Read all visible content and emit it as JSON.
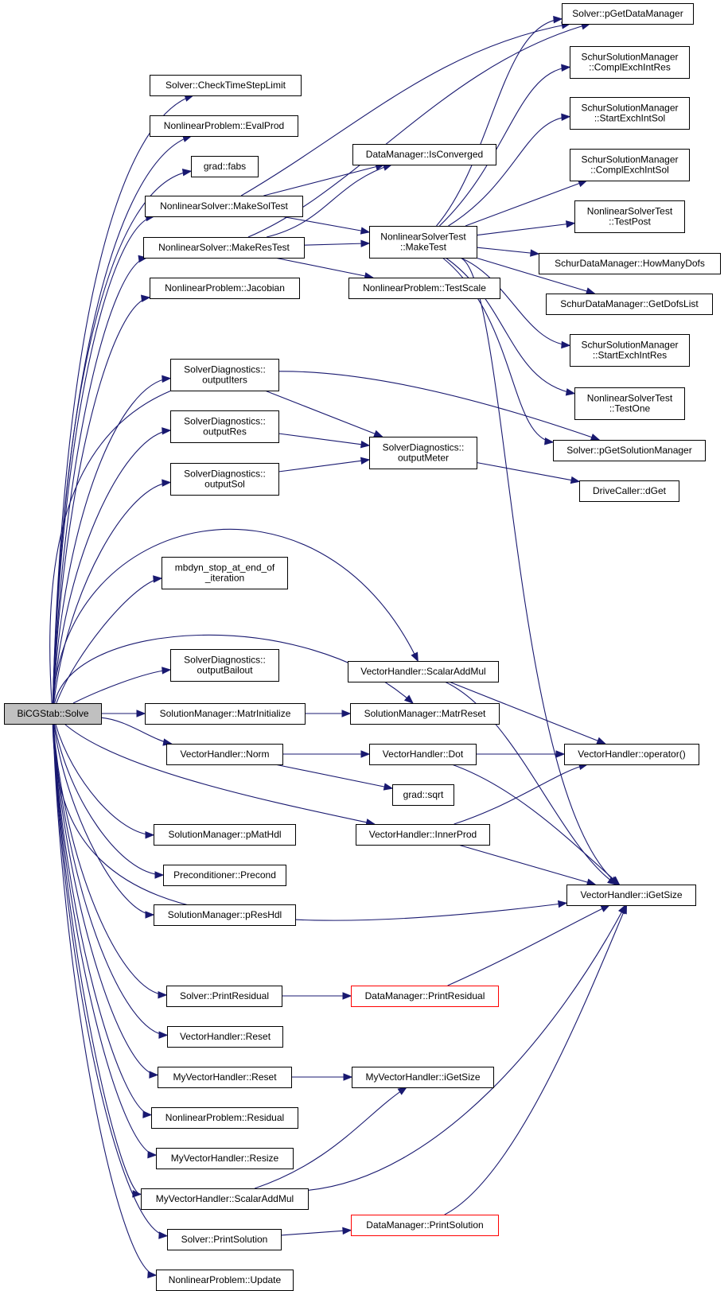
{
  "nodes": [
    {
      "id": "root",
      "lines": [
        "BiCGStab::Solve"
      ],
      "root": true
    },
    {
      "id": "n_checktime",
      "lines": [
        "Solver::CheckTimeStepLimit"
      ]
    },
    {
      "id": "n_evalprod",
      "lines": [
        "NonlinearProblem::EvalProd"
      ]
    },
    {
      "id": "n_fabs",
      "lines": [
        "grad::fabs"
      ]
    },
    {
      "id": "n_makesoltest",
      "lines": [
        "NonlinearSolver::MakeSolTest"
      ]
    },
    {
      "id": "n_makerestest",
      "lines": [
        "NonlinearSolver::MakeResTest"
      ]
    },
    {
      "id": "n_jacobian",
      "lines": [
        "NonlinearProblem::Jacobian"
      ]
    },
    {
      "id": "n_outiters",
      "lines": [
        "SolverDiagnostics::",
        "outputIters"
      ]
    },
    {
      "id": "n_outres",
      "lines": [
        "SolverDiagnostics::",
        "outputRes"
      ]
    },
    {
      "id": "n_outsol",
      "lines": [
        "SolverDiagnostics::",
        "outputSol"
      ]
    },
    {
      "id": "n_mbdyn",
      "lines": [
        "mbdyn_stop_at_end_of",
        "_iteration"
      ]
    },
    {
      "id": "n_outbailout",
      "lines": [
        "SolverDiagnostics::",
        "outputBailout"
      ]
    },
    {
      "id": "n_matrinit",
      "lines": [
        "SolutionManager::MatrInitialize"
      ]
    },
    {
      "id": "n_vhnorm",
      "lines": [
        "VectorHandler::Norm"
      ]
    },
    {
      "id": "n_pmathdl",
      "lines": [
        "SolutionManager::pMatHdl"
      ]
    },
    {
      "id": "n_precond",
      "lines": [
        "Preconditioner::Precond"
      ]
    },
    {
      "id": "n_presh",
      "lines": [
        "SolutionManager::pResHdl"
      ]
    },
    {
      "id": "n_printres",
      "lines": [
        "Solver::PrintResidual"
      ]
    },
    {
      "id": "n_vhreset",
      "lines": [
        "VectorHandler::Reset"
      ]
    },
    {
      "id": "n_myvhreset",
      "lines": [
        "MyVectorHandler::Reset"
      ]
    },
    {
      "id": "n_nlresidual",
      "lines": [
        "NonlinearProblem::Residual"
      ]
    },
    {
      "id": "n_myvhresize",
      "lines": [
        "MyVectorHandler::Resize"
      ]
    },
    {
      "id": "n_myvhscalar",
      "lines": [
        "MyVectorHandler::ScalarAddMul"
      ]
    },
    {
      "id": "n_printsol",
      "lines": [
        "Solver::PrintSolution"
      ]
    },
    {
      "id": "n_nlupdate",
      "lines": [
        "NonlinearProblem::Update"
      ]
    },
    {
      "id": "n_isconverged",
      "lines": [
        "DataManager::IsConverged"
      ]
    },
    {
      "id": "n_maketest",
      "lines": [
        "NonlinearSolverTest",
        "::MakeTest"
      ]
    },
    {
      "id": "n_testscale",
      "lines": [
        "NonlinearProblem::TestScale"
      ]
    },
    {
      "id": "n_outmeter",
      "lines": [
        "SolverDiagnostics::",
        "outputMeter"
      ]
    },
    {
      "id": "n_vhscalar",
      "lines": [
        "VectorHandler::ScalarAddMul"
      ]
    },
    {
      "id": "n_matrreset",
      "lines": [
        "SolutionManager::MatrReset"
      ]
    },
    {
      "id": "n_vhdot",
      "lines": [
        "VectorHandler::Dot"
      ]
    },
    {
      "id": "n_sqrt",
      "lines": [
        "grad::sqrt"
      ]
    },
    {
      "id": "n_innerprod",
      "lines": [
        "VectorHandler::InnerProd"
      ]
    },
    {
      "id": "n_dmprintres",
      "lines": [
        "DataManager::PrintResidual"
      ],
      "red": true
    },
    {
      "id": "n_myvhigetsize",
      "lines": [
        "MyVectorHandler::iGetSize"
      ]
    },
    {
      "id": "n_dmprintsol",
      "lines": [
        "DataManager::PrintSolution"
      ],
      "red": true
    },
    {
      "id": "n_pgetdm",
      "lines": [
        "Solver::pGetDataManager"
      ]
    },
    {
      "id": "n_complres",
      "lines": [
        "SchurSolutionManager",
        "::ComplExchIntRes"
      ]
    },
    {
      "id": "n_startsol",
      "lines": [
        "SchurSolutionManager",
        "::StartExchIntSol"
      ]
    },
    {
      "id": "n_complsol",
      "lines": [
        "SchurSolutionManager",
        "::ComplExchIntSol"
      ]
    },
    {
      "id": "n_testpost",
      "lines": [
        "NonlinearSolverTest",
        "::TestPost"
      ]
    },
    {
      "id": "n_howmany",
      "lines": [
        "SchurDataManager::HowManyDofs"
      ]
    },
    {
      "id": "n_getdofs",
      "lines": [
        "SchurDataManager::GetDofsList"
      ]
    },
    {
      "id": "n_startres",
      "lines": [
        "SchurSolutionManager",
        "::StartExchIntRes"
      ]
    },
    {
      "id": "n_testone",
      "lines": [
        "NonlinearSolverTest",
        "::TestOne"
      ]
    },
    {
      "id": "n_pgetsm",
      "lines": [
        "Solver::pGetSolutionManager"
      ]
    },
    {
      "id": "n_dget",
      "lines": [
        "DriveCaller::dGet"
      ]
    },
    {
      "id": "n_operator",
      "lines": [
        "VectorHandler::operator()"
      ]
    },
    {
      "id": "n_vhigetsize",
      "lines": [
        "VectorHandler::iGetSize"
      ]
    }
  ],
  "colors": {
    "edge": "#191970",
    "root_fill": "#c0c0c0",
    "node_border": "#000000",
    "highlight_border": "#ff0000"
  }
}
